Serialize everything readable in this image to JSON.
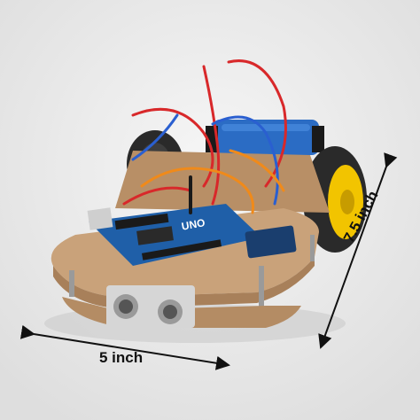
{
  "colors": {
    "background": "#ececec",
    "chassis": "#c9a27a",
    "chassis_edge": "#a8805a",
    "wheel_tire": "#2a2a2a",
    "wheel_hub": "#f2c400",
    "board": "#1f5fa8",
    "sensor": "#d6d6d6",
    "battery": "#2b6cc4",
    "wire_red": "#d8282a",
    "wire_orange": "#f08a1a",
    "wire_blue": "#2a5fd0",
    "arrow": "#111111"
  },
  "labels": {
    "width": "5 inch",
    "length": "7.5 inch"
  },
  "board_marking": "UNO"
}
